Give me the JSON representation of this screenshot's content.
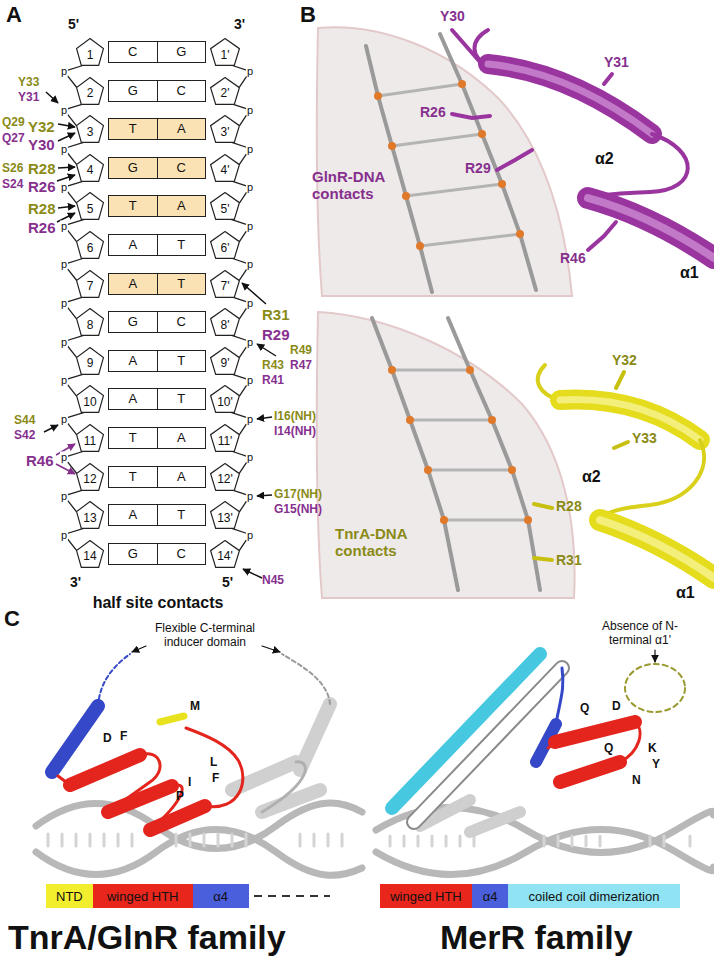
{
  "diagram": {
    "nodes": [
      {
        "text": [
          "1"
        ]
      },
      {
        "text": [
          "C",
          "G"
        ]
      },
      {
        "text": [
          "1'"
        ]
      },
      {
        "text": [
          "2"
        ]
      },
      {
        "text": [
          "G",
          "C"
        ]
      },
      {
        "text": [
          "2'"
        ]
      },
      {
        "text": [
          "3"
        ]
      },
      {
        "text": [
          "T",
          "A"
        ]
      },
      {
        "text": [
          "3'"
        ]
      },
      {
        "text": [
          "4"
        ]
      },
      {
        "text": [
          "G",
          "C"
        ]
      },
      {
        "text": [
          "4'"
        ]
      },
      {
        "text": [
          "5"
        ]
      },
      {
        "text": [
          "T",
          "A"
        ]
      },
      {
        "text": [
          "5'"
        ]
      },
      {
        "text": [
          "6"
        ]
      },
      {
        "text": [
          "A",
          "T"
        ]
      },
      {
        "text": [
          "6'"
        ]
      },
      {
        "text": [
          "7"
        ]
      },
      {
        "text": [
          "A",
          "T"
        ]
      },
      {
        "text": [
          "7'"
        ]
      },
      {
        "text": [
          "8"
        ]
      },
      {
        "text": [
          "G",
          "C"
        ]
      },
      {
        "text": [
          "8'"
        ]
      },
      {
        "text": [
          "9"
        ]
      },
      {
        "text": [
          "A",
          "T"
        ]
      },
      {
        "text": [
          "9'"
        ]
      },
      {
        "text": [
          "10"
        ]
      },
      {
        "text": [
          "A",
          "T"
        ]
      },
      {
        "text": [
          "10'"
        ]
      },
      {
        "text": [
          "11"
        ]
      },
      {
        "text": [
          "T",
          "A"
        ]
      },
      {
        "text": [
          "11'"
        ]
      },
      {
        "text": [
          "12"
        ]
      },
      {
        "text": [
          "T",
          "A"
        ]
      },
      {
        "text": [
          "12'"
        ]
      },
      {
        "text": [
          "13"
        ]
      },
      {
        "text": [
          "A",
          "T"
        ]
      },
      {
        "text": [
          "13'"
        ]
      },
      {
        "text": [
          "14"
        ]
      },
      {
        "text": [
          "G",
          "C"
        ]
      },
      {
        "text": [
          "14'"
        ]
      },
      {
        "text": [
          "NTD"
        ]
      },
      {
        "text": [
          "winged HTH"
        ]
      },
      {
        "text": [
          "α4"
        ]
      },
      {
        "text": [
          "winged HTH"
        ]
      },
      {
        "text": [
          "α4"
        ]
      },
      {
        "text": [
          "coiled coil dimerization"
        ]
      }
    ],
    "edges": [
      {
        "from": 0,
        "to": 3,
        "arrow": "none"
      },
      {
        "from": 3,
        "to": 6,
        "arrow": "none"
      },
      {
        "from": 6,
        "to": 9,
        "arrow": "none"
      },
      {
        "from": 9,
        "to": 12,
        "arrow": "none"
      },
      {
        "from": 12,
        "to": 15,
        "arrow": "none"
      },
      {
        "from": 15,
        "to": 18,
        "arrow": "none"
      },
      {
        "from": 18,
        "to": 21,
        "arrow": "none"
      },
      {
        "from": 21,
        "to": 24,
        "arrow": "none"
      },
      {
        "from": 24,
        "to": 27,
        "arrow": "none"
      },
      {
        "from": 27,
        "to": 30,
        "arrow": "none"
      },
      {
        "from": 30,
        "to": 33,
        "arrow": "none"
      },
      {
        "from": 33,
        "to": 36,
        "arrow": "none"
      },
      {
        "from": 36,
        "to": 39,
        "arrow": "none"
      },
      {
        "from": 2,
        "to": 5,
        "arrow": "none"
      },
      {
        "from": 5,
        "to": 8,
        "arrow": "none"
      },
      {
        "from": 8,
        "to": 11,
        "arrow": "none"
      },
      {
        "from": 11,
        "to": 14,
        "arrow": "none"
      },
      {
        "from": 14,
        "to": 17,
        "arrow": "none"
      },
      {
        "from": 17,
        "to": 20,
        "arrow": "none"
      },
      {
        "from": 20,
        "to": 23,
        "arrow": "none"
      },
      {
        "from": 23,
        "to": 26,
        "arrow": "none"
      },
      {
        "from": 26,
        "to": 29,
        "arrow": "none"
      },
      {
        "from": 29,
        "to": 32,
        "arrow": "none"
      },
      {
        "from": 32,
        "to": 35,
        "arrow": "none"
      },
      {
        "from": 35,
        "to": 38,
        "arrow": "none"
      },
      {
        "from": 38,
        "to": 41,
        "arrow": "none"
      }
    ],
    "labels": [
      "A",
      "5'",
      "3'",
      "3'",
      "5'",
      "half site contacts",
      "p",
      "p",
      "p",
      "p",
      "p",
      "p",
      "p",
      "p",
      "p",
      "p",
      "p",
      "p",
      "p",
      "p",
      "p",
      "p",
      "p",
      "p",
      "p",
      "p",
      "p",
      "p",
      "p",
      "p",
      "p",
      "p",
      "Y33",
      "Y31",
      "Q29",
      "Y32",
      "Q27",
      "Y30",
      "S26",
      "R28",
      "S24",
      "R26",
      "R28",
      "R26",
      "R31",
      "R29",
      "R49",
      "R43",
      "R47",
      "R41",
      "I16(NH)",
      "I14(NH)",
      "G17(NH)",
      "G15(NH)",
      "S44",
      "S42",
      "R46",
      "N45",
      "B",
      "Y30",
      "Y31",
      "R26",
      "α2",
      "GlnR-DNA contacts",
      "R29",
      "R46",
      "α1",
      "Y32",
      "Y33",
      "α2",
      "TnrA-DNA contacts",
      "R28",
      "R31",
      "α1",
      "C",
      "Flexible C-terminal inducer domain",
      "M",
      "D",
      "F",
      "I",
      "L",
      "F",
      "P",
      "Absence of N-terminal α1'",
      "Q",
      "D",
      "Q",
      "K",
      "Y",
      "N",
      "TnrA/GlnR family",
      "MerR family"
    ]
  }
}
